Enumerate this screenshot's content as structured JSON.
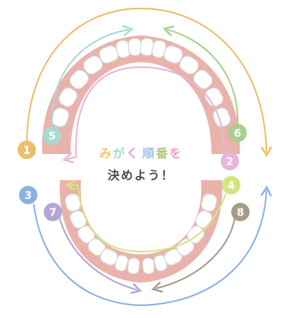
{
  "title": {
    "line1": [
      {
        "char": "み",
        "color": "#f5c56b"
      },
      {
        "char": "が",
        "color": "#a8d8d4"
      },
      {
        "char": "く",
        "color": "#d9a3d2"
      },
      {
        "char": "順",
        "color": "#a9c4e6"
      },
      {
        "char": "番",
        "color": "#b2c97f"
      },
      {
        "char": "を",
        "color": "#f0a3b8"
      }
    ],
    "line2": "決めよう！"
  },
  "steps": [
    {
      "num": "1",
      "color": "#edbd6a",
      "icon": "orange-arrow"
    },
    {
      "num": "2",
      "color": "#e7b6d7",
      "icon": "pink-arrow"
    },
    {
      "num": "3",
      "color": "#8cb0e0",
      "icon": "blue-arrow"
    },
    {
      "num": "4",
      "color": "#d6e47c",
      "icon": "lime-arrow"
    },
    {
      "num": "5",
      "color": "#a9d9d3",
      "icon": "teal-arrow"
    },
    {
      "num": "6",
      "color": "#a7cf8d",
      "icon": "green-arrow"
    },
    {
      "num": "7",
      "color": "#b3a6d3",
      "icon": "purple-arrow"
    },
    {
      "num": "8",
      "color": "#a79a88",
      "icon": "brown-arrow"
    }
  ],
  "colors": {
    "gum": "#e9b3ab",
    "gum_dark": "#df9f96",
    "tooth_fill": "#ffffff",
    "tooth_stroke": "#d9d3cf",
    "title_line2": "#5b4b45"
  }
}
